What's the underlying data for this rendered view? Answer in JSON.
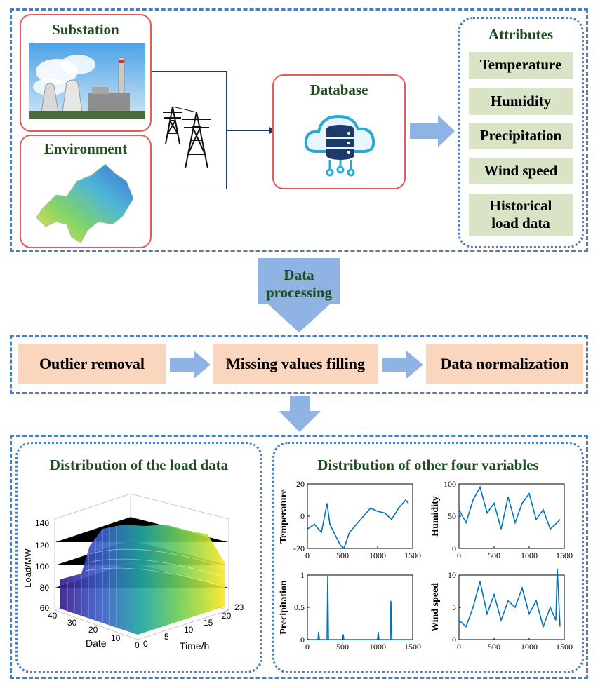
{
  "top": {
    "substation": {
      "title": "Substation",
      "image": "power-plant-photo"
    },
    "environment": {
      "title": "Environment",
      "image": "regional-heatmap"
    },
    "transmission_icon": "transmission-tower-icon",
    "database": {
      "title": "Database",
      "icon": "cloud-database-icon"
    },
    "attributes": {
      "title": "Attributes",
      "items": [
        "Temperature",
        "Humidity",
        "Precipitation",
        "Wind speed",
        "Historical load data"
      ]
    }
  },
  "processing_arrow": {
    "label_line1": "Data",
    "label_line2": "processing"
  },
  "processing_steps": [
    "Outlier removal",
    "Missing values filling",
    "Data normalization"
  ],
  "bottom": {
    "load_panel": {
      "title": "Distribution of the load data",
      "zlabel": "Load/MW",
      "xlabel": "Date",
      "ylabel": "Time/h",
      "z_ticks": [
        "140",
        "120",
        "100",
        "80",
        "60"
      ],
      "date_ticks": [
        "40",
        "30",
        "20",
        "10",
        "0"
      ],
      "time_ticks": [
        "0",
        "5",
        "10",
        "15",
        "20",
        "23"
      ]
    },
    "vars_panel": {
      "title": "Distribution of other four variables"
    }
  },
  "colors": {
    "dash_blue": "#4a7ec0",
    "red_border": "#e85a5a",
    "green_title": "#1f4d1f",
    "attr_fill": "#d8e4c5",
    "proc_fill": "#fbd6bf",
    "arrow_fill": "#8fb3e3",
    "line_blue": "#0072bd"
  },
  "chart_data": [
    {
      "type": "line",
      "ylabel": "Temperature",
      "xlim": [
        0,
        1500
      ],
      "ylim": [
        -20,
        20
      ],
      "x_ticks": [
        0,
        500,
        1000,
        1500
      ],
      "y_ticks": [
        -20,
        0,
        20
      ],
      "series": [
        {
          "x": [
            0,
            100,
            200,
            280,
            320,
            400,
            470,
            520,
            600,
            700,
            800,
            900,
            1000,
            1100,
            1200,
            1300,
            1400,
            1440
          ],
          "values": [
            -8,
            -5,
            -10,
            8,
            -5,
            -12,
            -18,
            -20,
            -10,
            -5,
            0,
            5,
            3,
            2,
            -2,
            5,
            10,
            8
          ]
        }
      ]
    },
    {
      "type": "line",
      "ylabel": "Humidity",
      "xlim": [
        0,
        1500
      ],
      "ylim": [
        0,
        100
      ],
      "x_ticks": [
        0,
        500,
        1000,
        1500
      ],
      "y_ticks": [
        0,
        50,
        100
      ],
      "series": [
        {
          "x": [
            0,
            100,
            200,
            300,
            400,
            500,
            600,
            700,
            800,
            900,
            1000,
            1100,
            1200,
            1300,
            1400,
            1440
          ],
          "values": [
            60,
            40,
            75,
            95,
            55,
            70,
            30,
            80,
            40,
            70,
            85,
            45,
            60,
            30,
            40,
            45
          ]
        }
      ]
    },
    {
      "type": "line",
      "ylabel": "Precipitation",
      "xlim": [
        0,
        1500
      ],
      "ylim": [
        0,
        1
      ],
      "x_ticks": [
        0,
        500,
        1000,
        1500
      ],
      "y_ticks": [
        0,
        0.5,
        1
      ],
      "series": [
        {
          "x": [
            0,
            150,
            160,
            170,
            280,
            290,
            300,
            310,
            500,
            510,
            520,
            700,
            1000,
            1010,
            1020,
            1180,
            1190,
            1200,
            1300,
            1440
          ],
          "values": [
            0,
            0,
            0.12,
            0,
            0,
            0.98,
            0,
            0,
            0,
            0.08,
            0,
            0,
            0,
            0.12,
            0,
            0,
            0.6,
            0,
            0,
            0
          ]
        }
      ]
    },
    {
      "type": "line",
      "ylabel": "Wind speed",
      "xlim": [
        0,
        1500
      ],
      "ylim": [
        0,
        10
      ],
      "x_ticks": [
        0,
        500,
        1000,
        1500
      ],
      "y_ticks": [
        0,
        5,
        10
      ],
      "series": [
        {
          "x": [
            0,
            100,
            200,
            300,
            400,
            500,
            600,
            700,
            800,
            900,
            1000,
            1100,
            1200,
            1300,
            1380,
            1400,
            1440
          ],
          "values": [
            3,
            2,
            5,
            9,
            4,
            7,
            3,
            6,
            5,
            8,
            4,
            6,
            2,
            5,
            3,
            11,
            2
          ]
        }
      ]
    }
  ]
}
